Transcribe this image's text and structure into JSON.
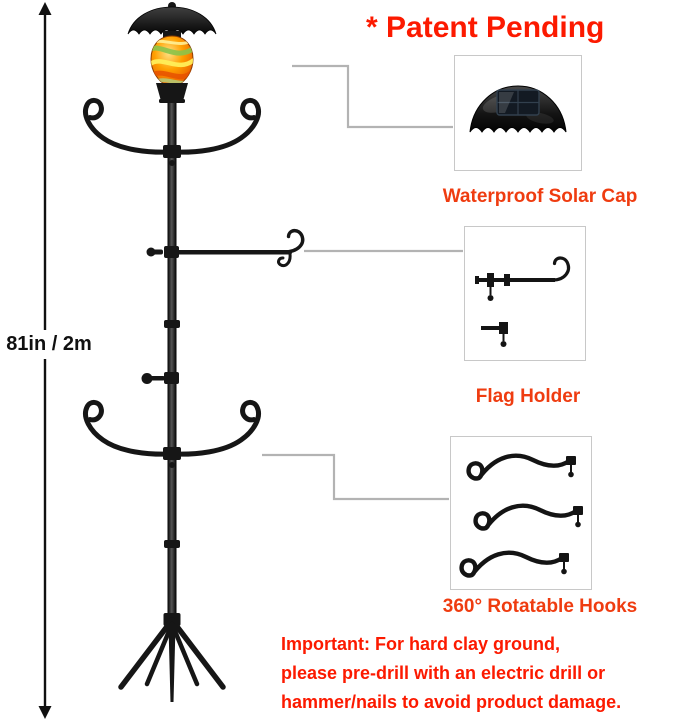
{
  "header": {
    "patent_pending": "* Patent Pending"
  },
  "measurement": {
    "height_label": "81in / 2m"
  },
  "callouts": {
    "solar_cap": {
      "label": "Waterproof Solar Cap"
    },
    "flag_holder": {
      "label": "Flag Holder"
    },
    "rotatable_hooks": {
      "label": "360° Rotatable Hooks"
    }
  },
  "note": {
    "lines": [
      "Important: For hard clay ground,",
      "please pre-drill with an electric drill or",
      "hammer/nails to avoid product damage."
    ]
  },
  "colors": {
    "accent_red": "#fc1a00",
    "label_orange": "#ef3c10",
    "pole_black": "#161616",
    "leader_gray": "#b3b3b3",
    "box_border": "#c8c8c8",
    "glass_orange": "#ff9800"
  }
}
